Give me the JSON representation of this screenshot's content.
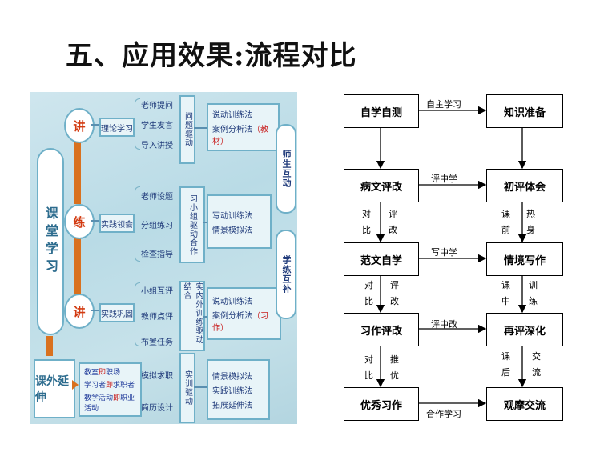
{
  "title": "五、应用效果:流程对比",
  "left": {
    "main_oval": "课堂学习",
    "bottom_label": "课外延伸",
    "circles": [
      "讲",
      "练",
      "讲"
    ],
    "stage_boxes": [
      "理论学习",
      "实践领会",
      "实践巩固"
    ],
    "group1_items": [
      "老师提问",
      "学生发言",
      "导入讲授"
    ],
    "group2_items": [
      "老师设题",
      "分组练习",
      "检查指导"
    ],
    "group3_items": [
      "小组互评",
      "教师点评",
      "布置任务"
    ],
    "group4_items": [
      "模拟求职",
      "简历设计"
    ],
    "drive_boxes": [
      "问题驱动",
      "习小组驱动合作",
      "实内外训练驱动结合",
      "实训驱动"
    ],
    "method1": [
      "说动训练法",
      "案例分析法"
    ],
    "method1_note": "（教材）",
    "method2": [
      "写动训练法",
      "情景模拟法"
    ],
    "method3": [
      "说动训练法",
      "案例分析法"
    ],
    "method3_note": "（习作）",
    "method4": [
      "情景模拟法",
      "实践训练法",
      "拓展延伸法"
    ],
    "side_top": "师生互动",
    "side_bottom": "学练互补",
    "ext_lines": [
      {
        "a": "教室",
        "b": "即",
        "c": "职场"
      },
      {
        "a": "学习者",
        "b": "即",
        "c": "求职者"
      },
      {
        "a": "教学活动",
        "b": "即",
        "c": "职业活动"
      }
    ]
  },
  "flow": {
    "left_boxes": [
      "自学自测",
      "病文评改",
      "范文自学",
      "习作评改",
      "优秀习作"
    ],
    "right_boxes": [
      "知识准备",
      "初评体会",
      "情境写作",
      "再评深化",
      "观摩交流"
    ],
    "h_labels": [
      "自主学习",
      "评中学",
      "写中学",
      "评中改",
      "合作学习"
    ],
    "left_v_labels": [
      {
        "a": "对比",
        "b": "评改"
      },
      {
        "a": "对比",
        "b": "评改"
      },
      {
        "a": "对比",
        "b": "推优"
      }
    ],
    "right_v_labels": [
      {
        "a": "课前",
        "b": "热身"
      },
      {
        "a": "课中",
        "b": "训练"
      },
      {
        "a": "课后",
        "b": "交流"
      }
    ]
  }
}
